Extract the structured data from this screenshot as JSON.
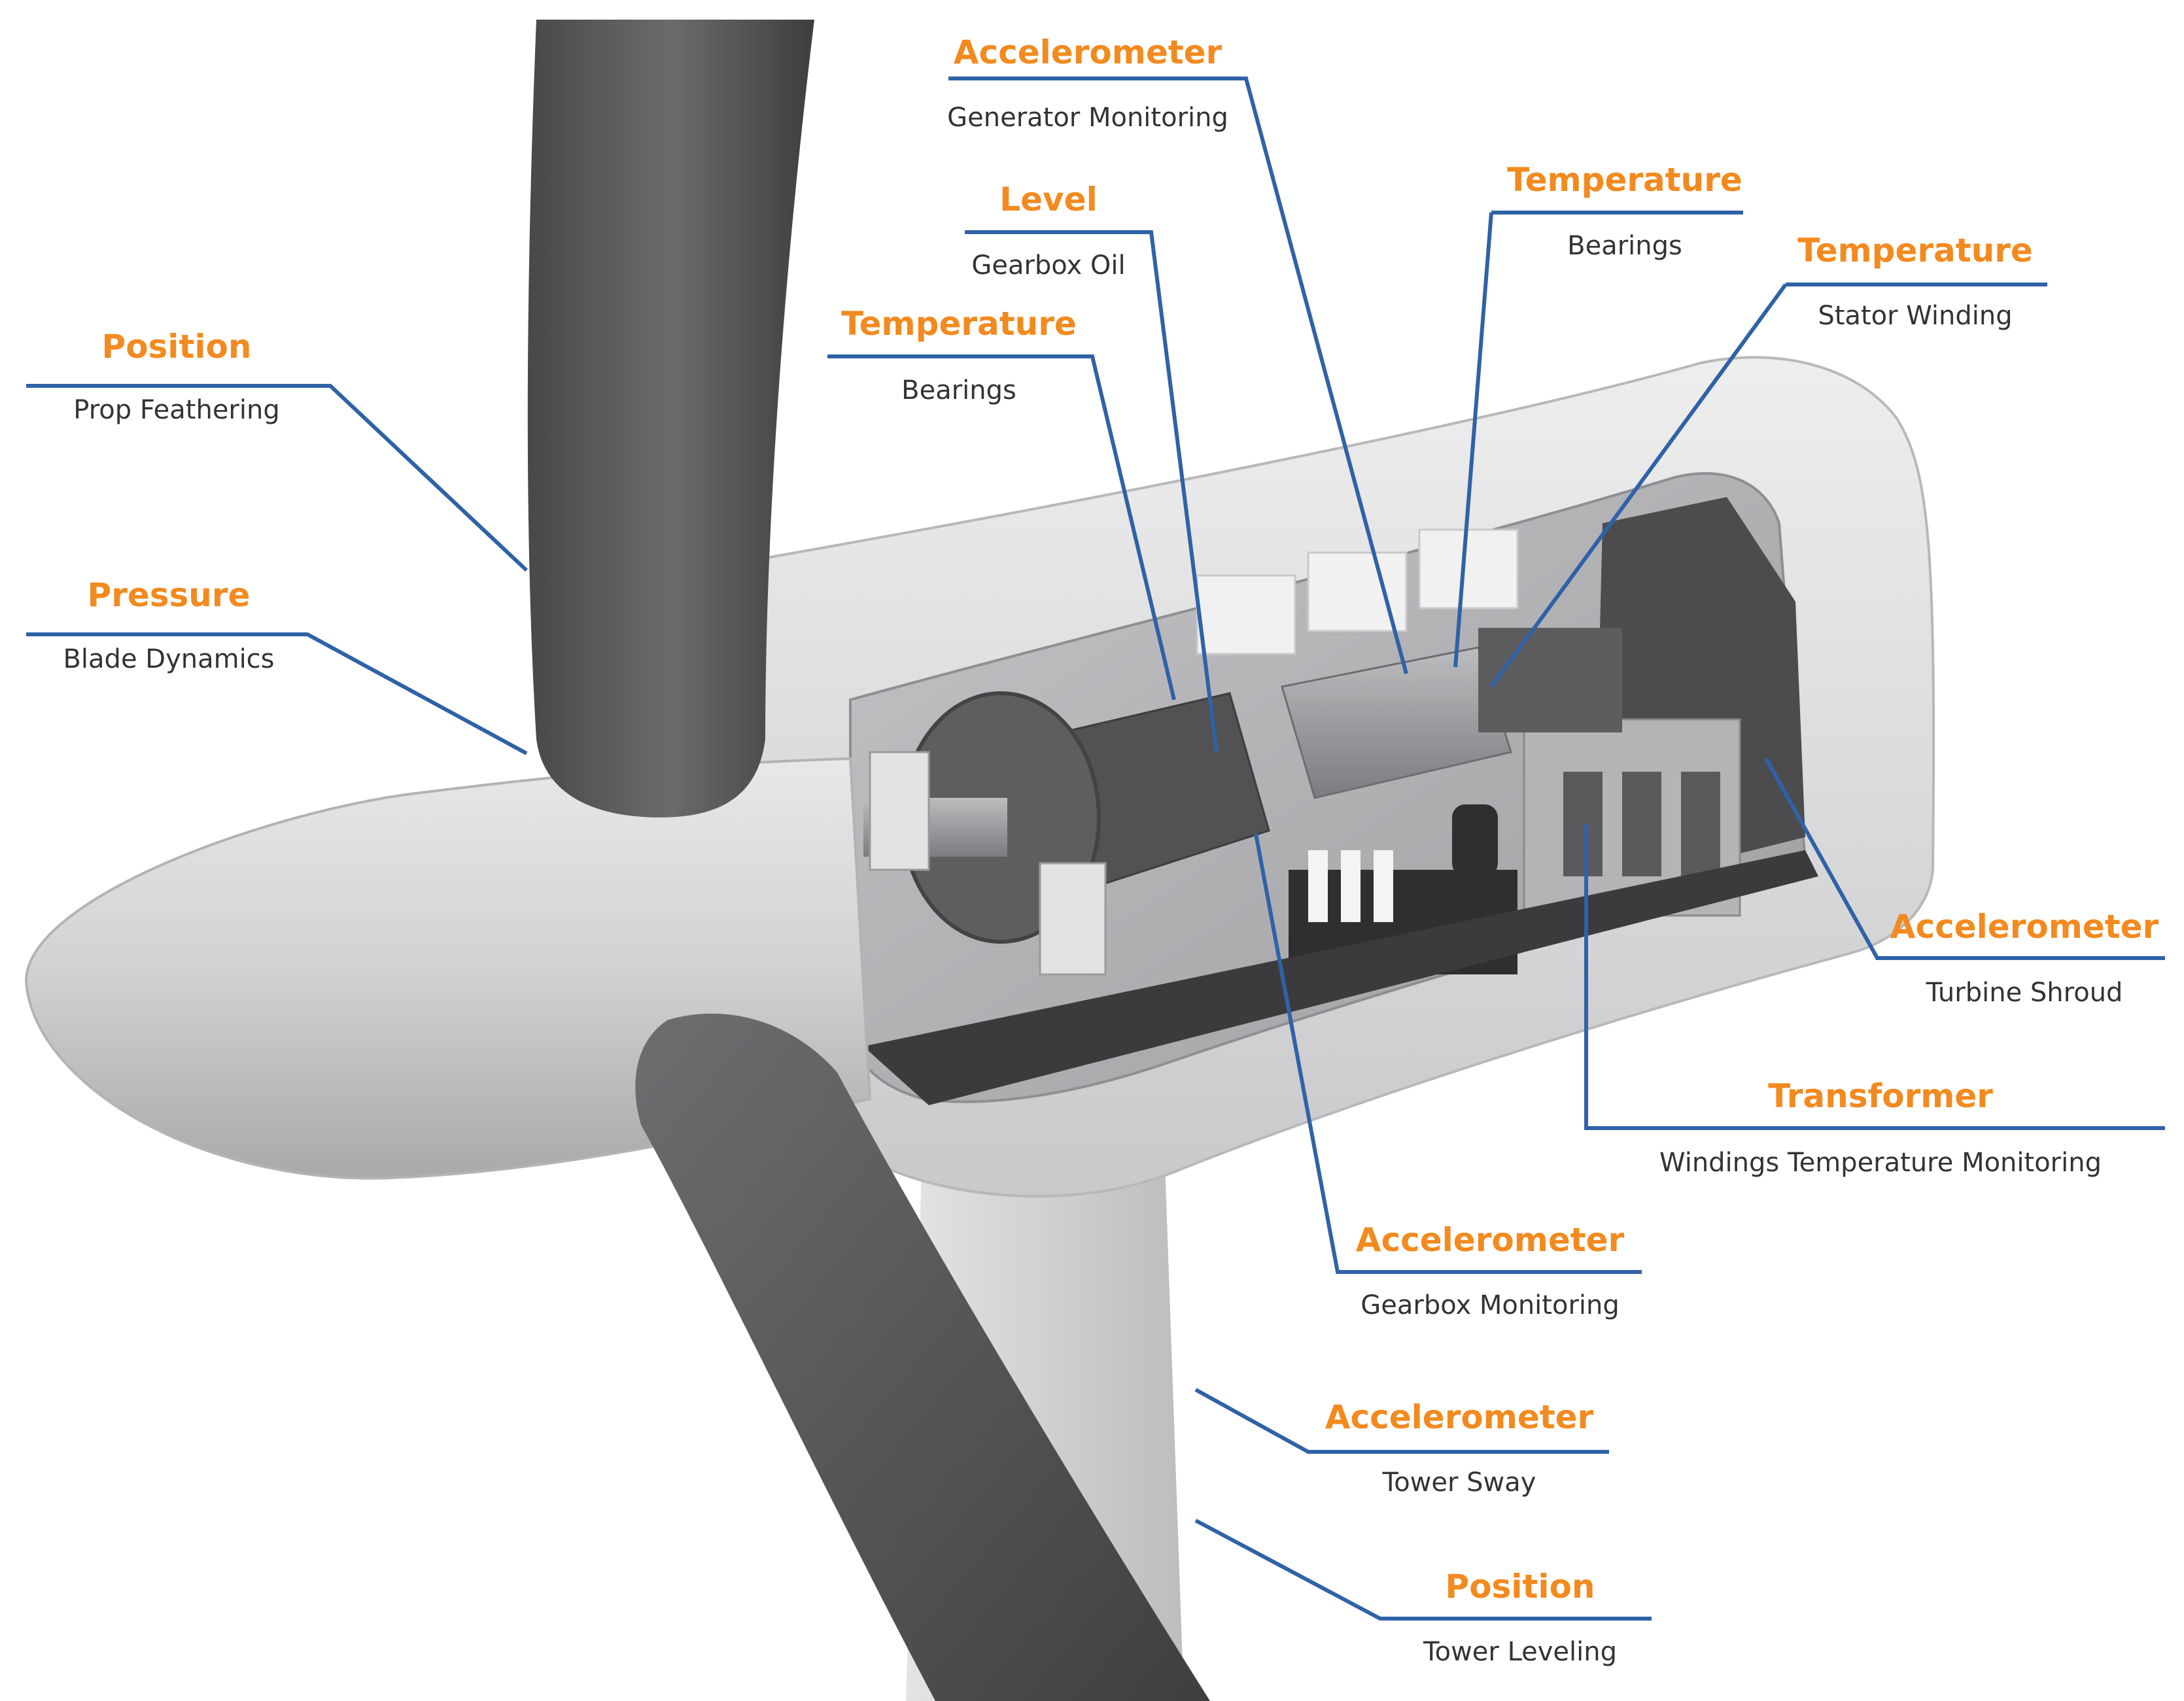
{
  "colors": {
    "title": "#f28a1f",
    "subtitle": "#333333",
    "leader": "#2f62a6",
    "blade": "#5a5a5c",
    "nacelle": "#e2e2e4",
    "machinery": "#4a4a4c"
  },
  "callouts": [
    {
      "id": "position-blade",
      "title": "Position",
      "subtitle": "Prop Feathering"
    },
    {
      "id": "pressure-blade",
      "title": "Pressure",
      "subtitle": "Blade Dynamics"
    },
    {
      "id": "accel-generator",
      "title": "Accelerometer",
      "subtitle": "Generator Monitoring"
    },
    {
      "id": "level-gearbox",
      "title": "Level",
      "subtitle": "Gearbox Oil"
    },
    {
      "id": "temp-bearings-1",
      "title": "Temperature",
      "subtitle": "Bearings"
    },
    {
      "id": "temp-bearings-2",
      "title": "Temperature",
      "subtitle": "Bearings"
    },
    {
      "id": "temp-stator",
      "title": "Temperature",
      "subtitle": "Stator Winding"
    },
    {
      "id": "accel-shroud",
      "title": "Accelerometer",
      "subtitle": "Turbine Shroud"
    },
    {
      "id": "transformer",
      "title": "Transformer",
      "subtitle": "Windings Temperature Monitoring"
    },
    {
      "id": "accel-gearbox",
      "title": "Accelerometer",
      "subtitle": "Gearbox Monitoring"
    },
    {
      "id": "accel-tower",
      "title": "Accelerometer",
      "subtitle": "Tower Sway"
    },
    {
      "id": "position-tower",
      "title": "Position",
      "subtitle": "Tower Leveling"
    }
  ]
}
